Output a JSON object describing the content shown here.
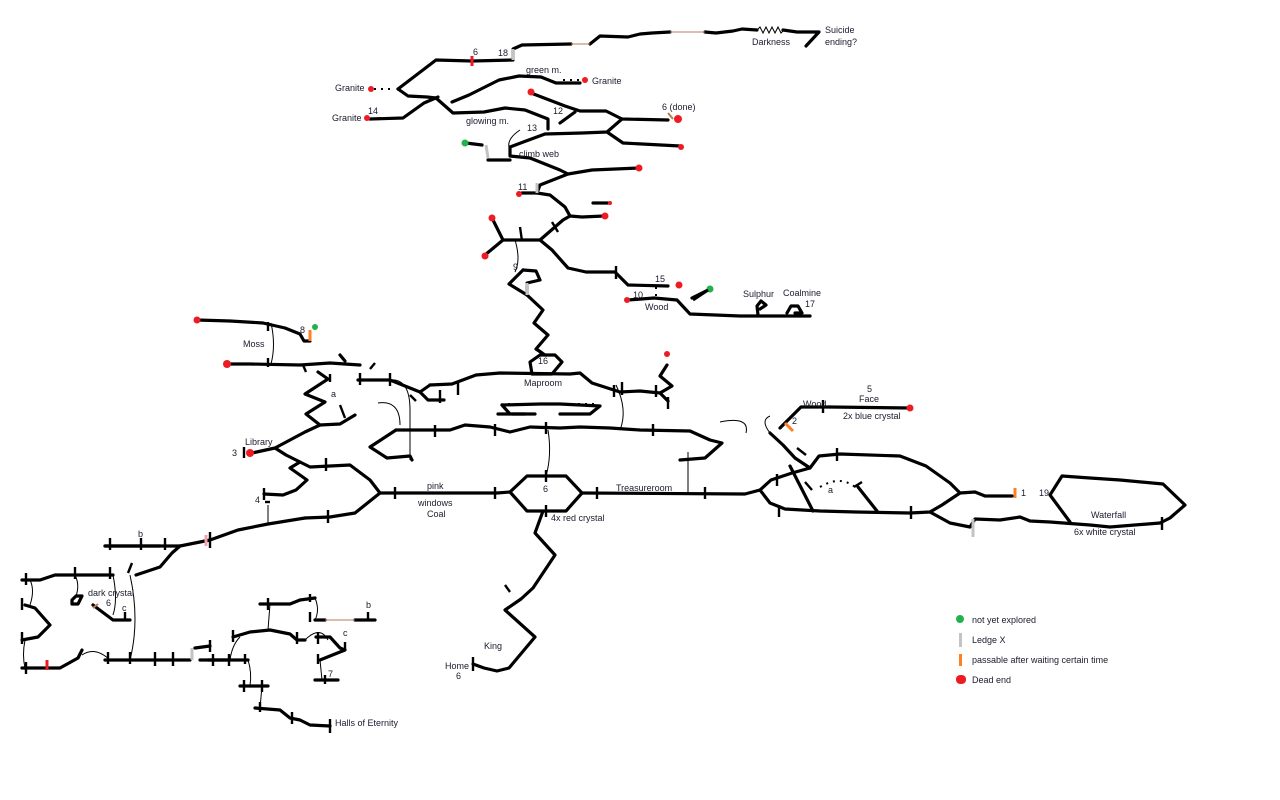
{
  "title": "Cave map",
  "colors": {
    "path": "#000000",
    "dead_end": "#ed1c24",
    "unexplored": "#22b14c",
    "ledge": "#c3c3c3",
    "timed_passage": "#ff7f27",
    "rope": "#b97a57"
  },
  "labels": {
    "darkness": "Darkness",
    "suicide": "Suicide",
    "ending": "ending?",
    "n6_top": "6",
    "n18": "18",
    "green_m": "green m.",
    "granite_left": "Granite",
    "granite_right": "Granite",
    "granite_14": "Granite",
    "n14": "14",
    "glowing_m": "glowing m.",
    "n12": "12",
    "n13": "13",
    "n6_done": "6  (done)",
    "climb_web": "climb web",
    "n11": "11",
    "n9": "9",
    "n15": "15",
    "n10": "10",
    "wood_top": "Wood",
    "sulphur": "Sulphur",
    "coalmine": "Coalmine",
    "n17": "17",
    "n8": "8",
    "moss": "Moss",
    "n16": "16",
    "maproom": "Maproom",
    "a_left": "a",
    "library": "Library",
    "n3": "3",
    "n4": "4",
    "pink": "pink",
    "windows": "windows",
    "coal": "Coal",
    "n6_center": "6",
    "red_crystal": "4x red crystal",
    "treasureroom": "Treasureroom",
    "wood_right": "Wood",
    "n5": "5",
    "face": "Face",
    "blue_crystal": "2x blue crystal",
    "n2": "2",
    "a_right": "a",
    "n1": "1",
    "n19": "19",
    "waterfall": "Waterfall",
    "white_crystal": "6x white crystal",
    "b_left": "b",
    "dark_crystal": "dark crystal",
    "n6_dark": "6",
    "c_left": "c",
    "b_right": "b",
    "c_right": "c",
    "n7": "7",
    "halls": "Halls of Eternity",
    "king": "King",
    "home": "Home",
    "n6_home": "6"
  },
  "legend": [
    {
      "symbol": "green-dot",
      "label": "not yet explored"
    },
    {
      "symbol": "grey-bar",
      "label": "Ledge X"
    },
    {
      "symbol": "orange-bar",
      "label": "passable after waiting certain  time"
    },
    {
      "symbol": "red-blob",
      "label": "Dead end"
    }
  ]
}
